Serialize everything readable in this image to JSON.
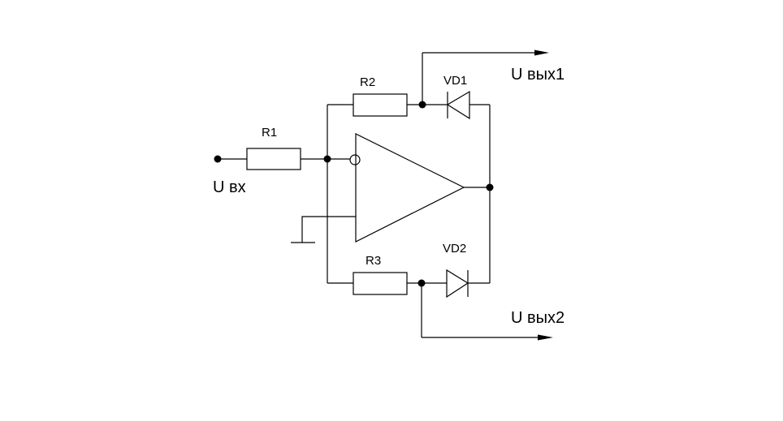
{
  "labels": {
    "r1": "R1",
    "r2": "R2",
    "r3": "R3",
    "vd1": "VD1",
    "vd2": "VD2",
    "u_in": "U вх",
    "u_out1": "U вых1",
    "u_out2": "U вых2"
  }
}
